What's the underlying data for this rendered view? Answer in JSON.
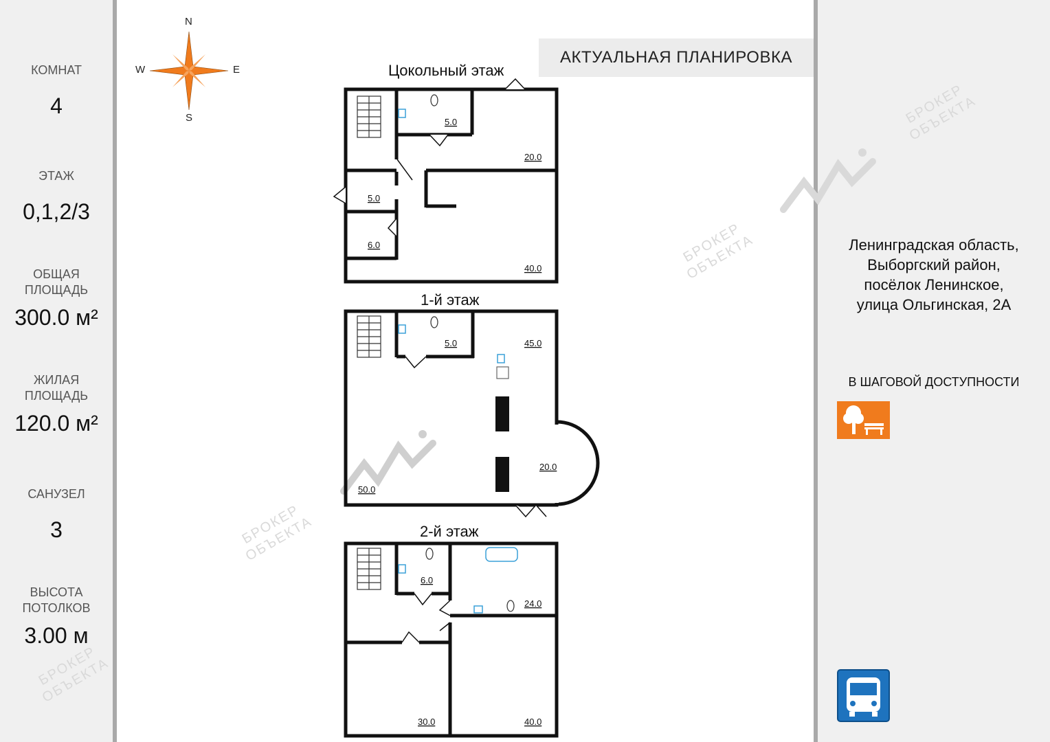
{
  "stats": [
    {
      "label": "КОМНАТ",
      "value": "4"
    },
    {
      "label": "ЭТАЖ",
      "value": "0,1,2/3"
    },
    {
      "label": "ОБЩАЯ\nПЛОЩАДЬ",
      "value": "300.0 м²"
    },
    {
      "label": "ЖИЛАЯ\nПЛОЩАДЬ",
      "value": "120.0 м²"
    },
    {
      "label": "САНУЗЕЛ",
      "value": "3"
    },
    {
      "label": "ВЫСОТА\nПОТОЛКОВ",
      "value": "3.00 м"
    }
  ],
  "compass": {
    "n": "N",
    "s": "S",
    "e": "E",
    "w": "W"
  },
  "header": {
    "title": "АКТУАЛЬНАЯ ПЛАНИРОВКА"
  },
  "floors": [
    {
      "title": "Цокольный этаж",
      "rooms": [
        "5.0",
        "20.0",
        "5.0",
        "6.0",
        "40.0"
      ]
    },
    {
      "title": "1-й этаж",
      "rooms": [
        "5.0",
        "45.0",
        "20.0",
        "50.0"
      ]
    },
    {
      "title": "2-й этаж",
      "rooms": [
        "6.0",
        "24.0",
        "30.0",
        "40.0"
      ]
    }
  ],
  "address": "Ленинградская область,\nВыборгский район,\nпосёлок Ленинское,\nулица Ольгинская, 2А",
  "walking": {
    "title": "В ШАГОВОЙ ДОСТУПНОСТИ"
  },
  "watermark": {
    "text": "БРОКЕР\nОБЪЕКТА"
  },
  "colors": {
    "accent_orange": "#f07b1d",
    "bus_blue": "#1e73be",
    "wall": "#111111",
    "panel": "#f0f0f0",
    "divider": "#a9a9a9"
  },
  "icons": [
    "park-bench-icon",
    "bus-stop-icon"
  ]
}
